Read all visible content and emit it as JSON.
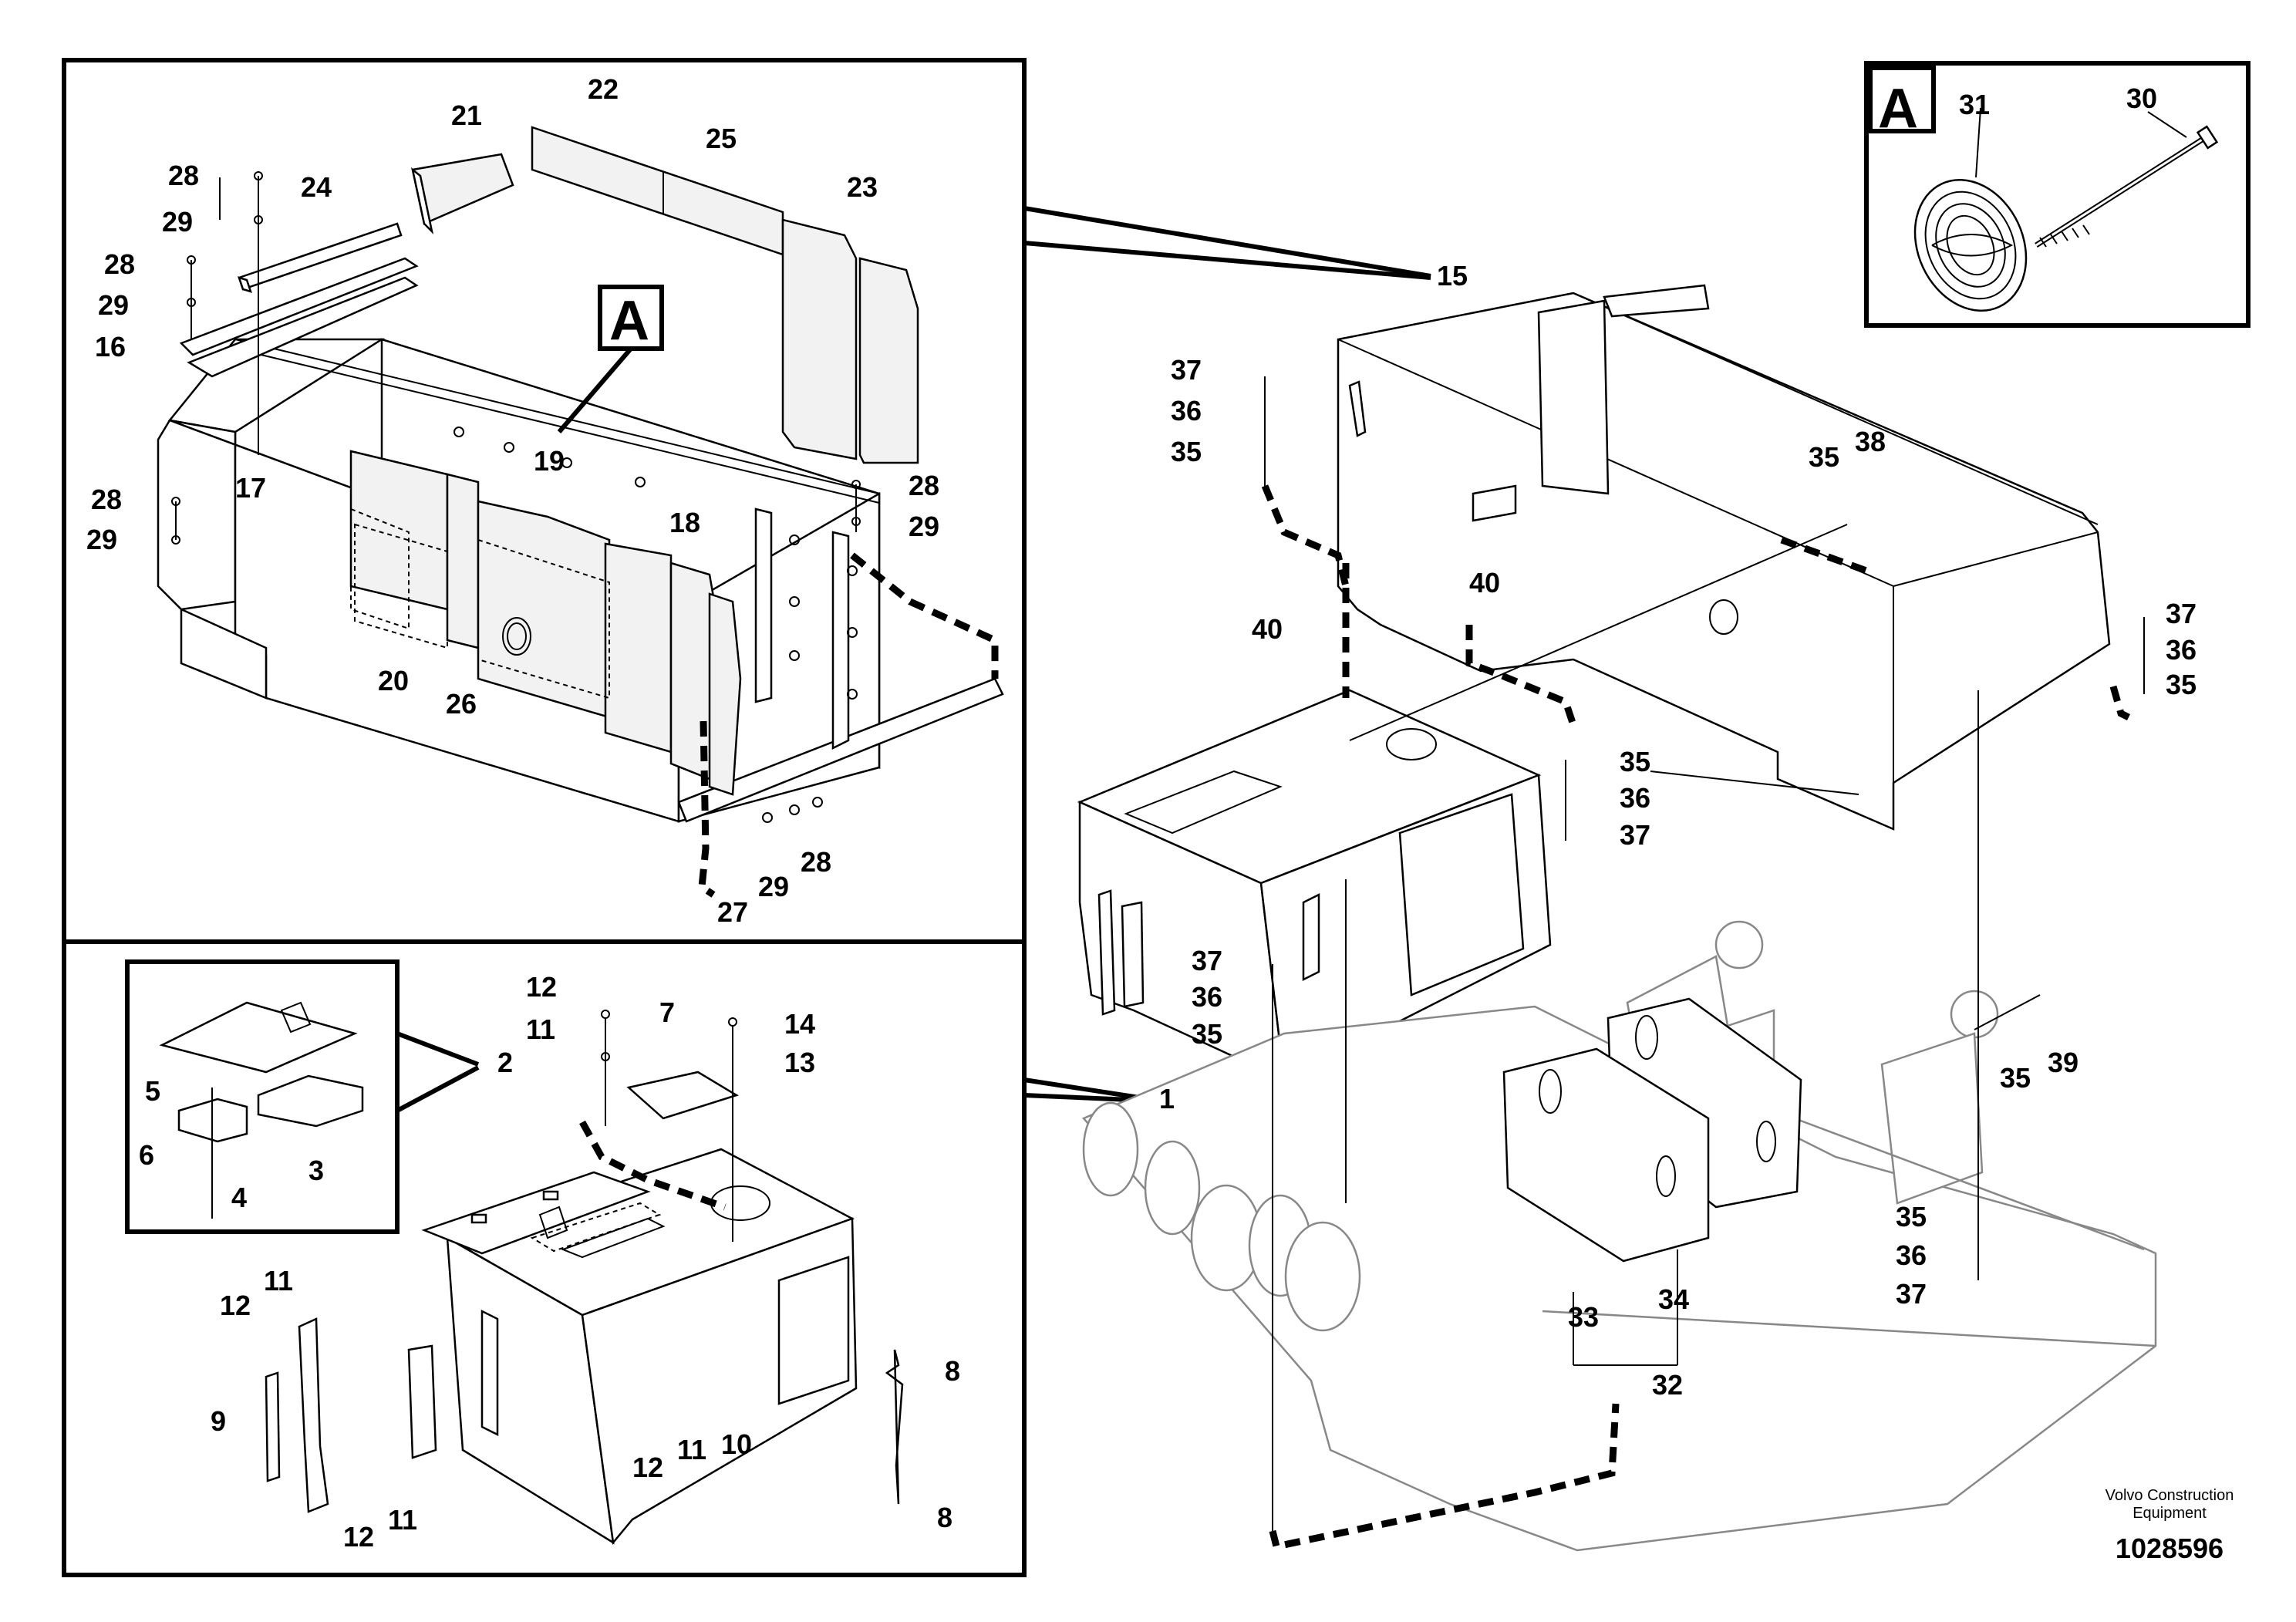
{
  "callouts": {
    "n1": "1",
    "n2": "2",
    "n3": "3",
    "n4": "4",
    "n5": "5",
    "n6": "6",
    "n7": "7",
    "n8": "8",
    "n9": "9",
    "n10": "10",
    "n11": "11",
    "n12": "12",
    "n13": "13",
    "n14": "14",
    "n15": "15",
    "n16": "16",
    "n17": "17",
    "n18": "18",
    "n19": "19",
    "n20": "20",
    "n21": "21",
    "n22": "22",
    "n23": "23",
    "n24": "24",
    "n25": "25",
    "n26": "26",
    "n27": "27",
    "n28": "28",
    "n29": "29",
    "n30": "30",
    "n31": "31",
    "n32": "32",
    "n33": "33",
    "n34": "34",
    "n35": "35",
    "n36": "36",
    "n37": "37",
    "n38": "38",
    "n39": "39",
    "n40": "40"
  },
  "detail_marker": "A",
  "footer": {
    "company_line1": "Volvo Construction",
    "company_line2": "Equipment",
    "document_number": "1028596"
  }
}
